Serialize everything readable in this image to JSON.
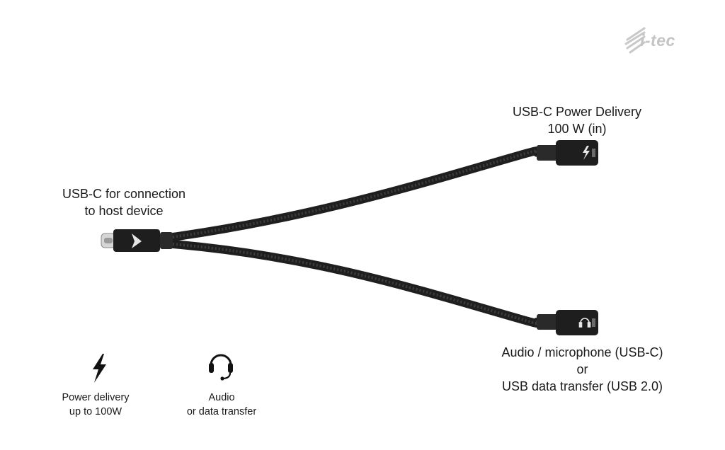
{
  "logo": {
    "text": "i-tec"
  },
  "labels": {
    "host": [
      "USB-C for connection",
      "to host device"
    ],
    "power_delivery": [
      "USB-C Power Delivery",
      "100 W (in)"
    ],
    "audio": [
      "Audio / microphone (USB-C)",
      "or",
      "USB data transfer (USB 2.0)"
    ]
  },
  "features": {
    "power": {
      "icon": "lightning-bolt-icon",
      "lines": [
        "Power delivery",
        "up to 100W"
      ]
    },
    "audio": {
      "icon": "headset-icon",
      "lines": [
        "Audio",
        "or data transfer"
      ]
    }
  },
  "connectors": {
    "host_plug": {
      "icon": "i-tec-arrow-icon"
    },
    "pd_socket": {
      "icon": "lightning-bolt-icon"
    },
    "audio_socket": {
      "icon": "headset-icon"
    }
  },
  "colors": {
    "cable": "#2b2b2b",
    "connector": "#1e1e1e",
    "plug_metal": "#cfcfcf",
    "logo": "#c4c4c4"
  }
}
